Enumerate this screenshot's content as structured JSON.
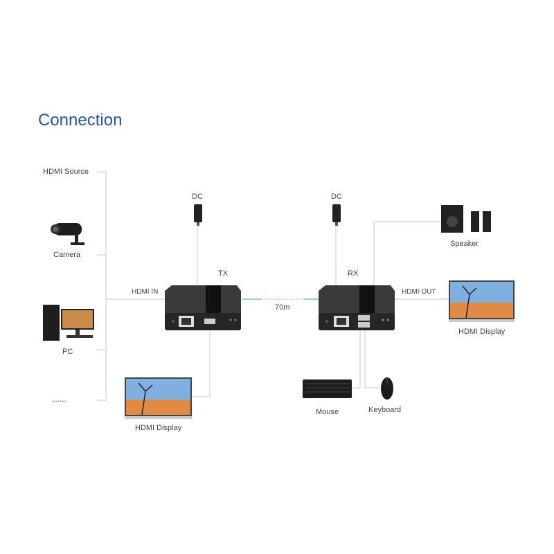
{
  "title": "Connection",
  "labels": {
    "hdmi_source": "HDMI Source",
    "camera": "Camera",
    "pc": "PC",
    "more": "......",
    "hdmi_in": "HDMI IN",
    "dc_tx": "DC",
    "dc_rx": "DC",
    "tx": "TX",
    "rx": "RX",
    "distance": "70m",
    "hdmi_out": "HDMI OUT",
    "speaker": "Speaker",
    "hdmi_display_right": "HDMI Display",
    "hdmi_display_left": "HDMI Display",
    "mouse": "Mouse",
    "keyboard": "Keyboard"
  },
  "colors": {
    "title": "#2457a8",
    "line": "#d0d0d0",
    "cable": "#5ccfcf",
    "device": "#2a2a2a"
  }
}
